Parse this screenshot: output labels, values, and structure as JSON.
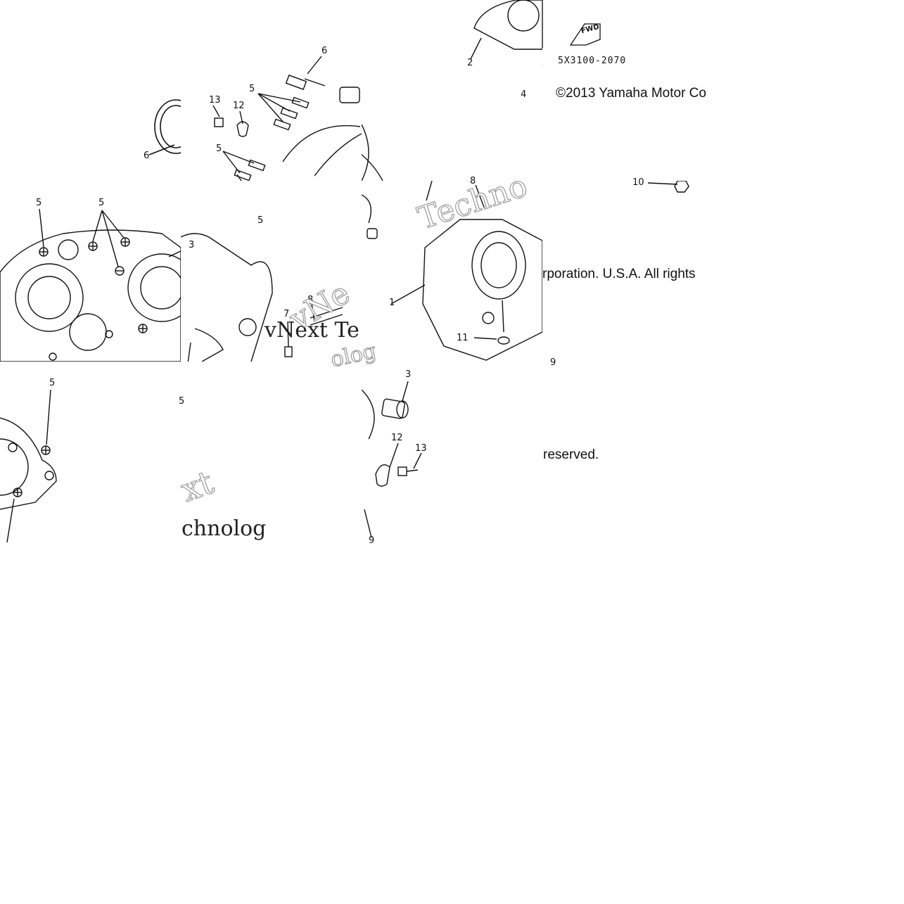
{
  "diagram_code": "5X3100-2070",
  "fwd_label": "FWD",
  "copyright": {
    "line1": "©2013 Yamaha Motor Co",
    "line2": "rporation. U.S.A. All rights",
    "line3": "reserved."
  },
  "watermark": {
    "w1": "Techno",
    "w2": "vNext Te",
    "w3": "xt",
    "w4": "chnolog",
    "w5": "vNe",
    "w6": "olog"
  },
  "callouts": [
    "1",
    "2",
    "3",
    "4",
    "5",
    "6",
    "7",
    "8",
    "9",
    "10",
    "11",
    "12",
    "13"
  ]
}
